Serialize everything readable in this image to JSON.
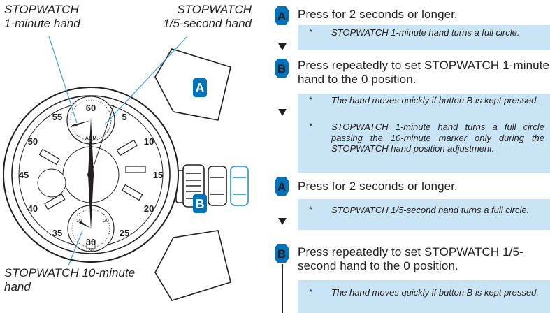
{
  "labels": {
    "minute_hand_1": "STOPWATCH\n1-minute hand",
    "fifth_second_hand": "STOPWATCH\n1/5-second hand",
    "minute_hand_10": "STOPWATCH 10-minute\nhand"
  },
  "dial": {
    "brand": "AGM",
    "outer_numbers": [
      "60",
      "5",
      "10",
      "15",
      "20",
      "25",
      "30",
      "35",
      "40",
      "45",
      "50",
      "55"
    ],
    "sub_numbers": [
      "10",
      "20",
      "30"
    ]
  },
  "buttons": {
    "a": "A",
    "b": "B"
  },
  "steps": [
    {
      "badge": "A",
      "text": "Press for 2 seconds or longer.",
      "notes": [
        "STOPWATCH 1-minute hand turns a full circle."
      ]
    },
    {
      "badge": "B",
      "text": "Press repeatedly to set STOPWATCH 1-minute hand to the 0 position.",
      "notes": [
        "The hand moves quickly if button B is kept pressed.",
        "STOPWATCH 1-minute hand turns a full circle passing the 10-minute marker only during the STOPWATCH hand position adjustment."
      ]
    },
    {
      "badge": "A",
      "text": "Press for 2 seconds or longer.",
      "notes": [
        "STOPWATCH 1/5-second hand turns a full circle."
      ]
    },
    {
      "badge": "B",
      "text": "Press repeatedly to set STOPWATCH 1/5-second hand to the 0 position.",
      "notes": [
        "The hand moves quickly if button B is kept pressed."
      ]
    }
  ],
  "note_marker": "*",
  "colors": {
    "note_bg": "#c9e4f5",
    "badge": "#0072bc",
    "text": "#231f20"
  }
}
